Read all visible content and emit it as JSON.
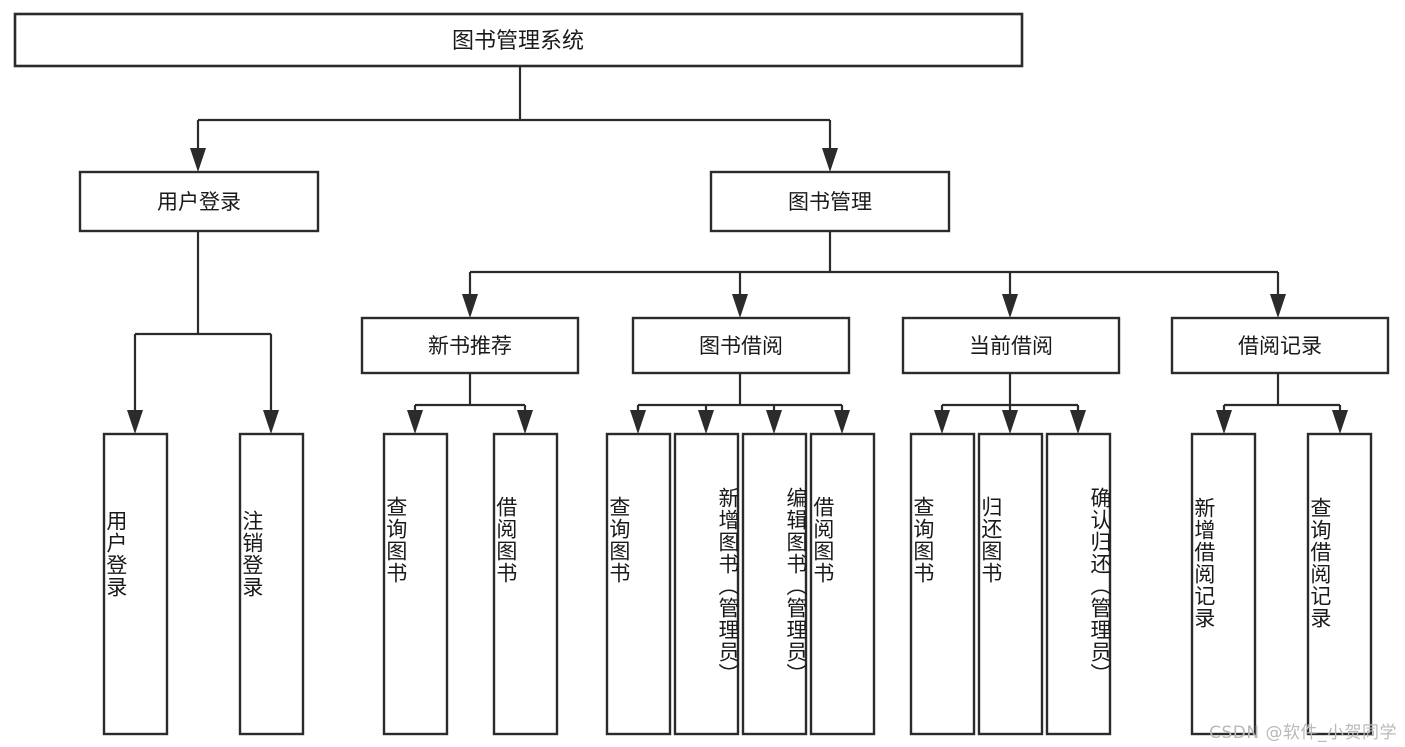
{
  "diagram": {
    "title": "图书管理系统",
    "type": "tree",
    "root": {
      "id": "root",
      "label": "图书管理系统"
    },
    "level2": [
      {
        "id": "user-login",
        "label": "用户登录"
      },
      {
        "id": "book-manage",
        "label": "图书管理"
      }
    ],
    "level3": [
      {
        "id": "new-book-recommend",
        "label": "新书推荐",
        "parent": "book-manage"
      },
      {
        "id": "book-borrow",
        "label": "图书借阅",
        "parent": "book-manage"
      },
      {
        "id": "current-borrow",
        "label": "当前借阅",
        "parent": "book-manage"
      },
      {
        "id": "borrow-record",
        "label": "借阅记录",
        "parent": "book-manage"
      }
    ],
    "leaves": {
      "user_login": [
        {
          "id": "leaf-user-login",
          "label": "用户登录"
        },
        {
          "id": "leaf-logout",
          "label": "注销登录"
        }
      ],
      "new_book_recommend": [
        {
          "id": "leaf-query-book-1",
          "label": "查询图书"
        },
        {
          "id": "leaf-borrow-book-1",
          "label": "借阅图书"
        }
      ],
      "book_borrow": [
        {
          "id": "leaf-query-book-2",
          "label": "查询图书"
        },
        {
          "id": "leaf-add-book",
          "label": "新增图书（管理员）"
        },
        {
          "id": "leaf-edit-book",
          "label": "编辑图书（管理员）"
        },
        {
          "id": "leaf-borrow-book-2",
          "label": "借阅图书"
        }
      ],
      "current_borrow": [
        {
          "id": "leaf-query-book-3",
          "label": "查询图书"
        },
        {
          "id": "leaf-return-book",
          "label": "归还图书"
        },
        {
          "id": "leaf-confirm-return",
          "label": "确认归还（管理员）"
        }
      ],
      "borrow_record": [
        {
          "id": "leaf-add-record",
          "label": "新增借阅记录"
        },
        {
          "id": "leaf-query-record",
          "label": "查询借阅记录"
        }
      ]
    }
  },
  "watermark": {
    "text": "CSDN @软件_小贺同学"
  },
  "colors": {
    "background": "#ffffff",
    "box_fill": "#ffffff",
    "box_stroke": "#2b2b2b",
    "connector": "#2b2b2b",
    "text": "#1a1a1a",
    "watermark": "#b9b9b9"
  }
}
